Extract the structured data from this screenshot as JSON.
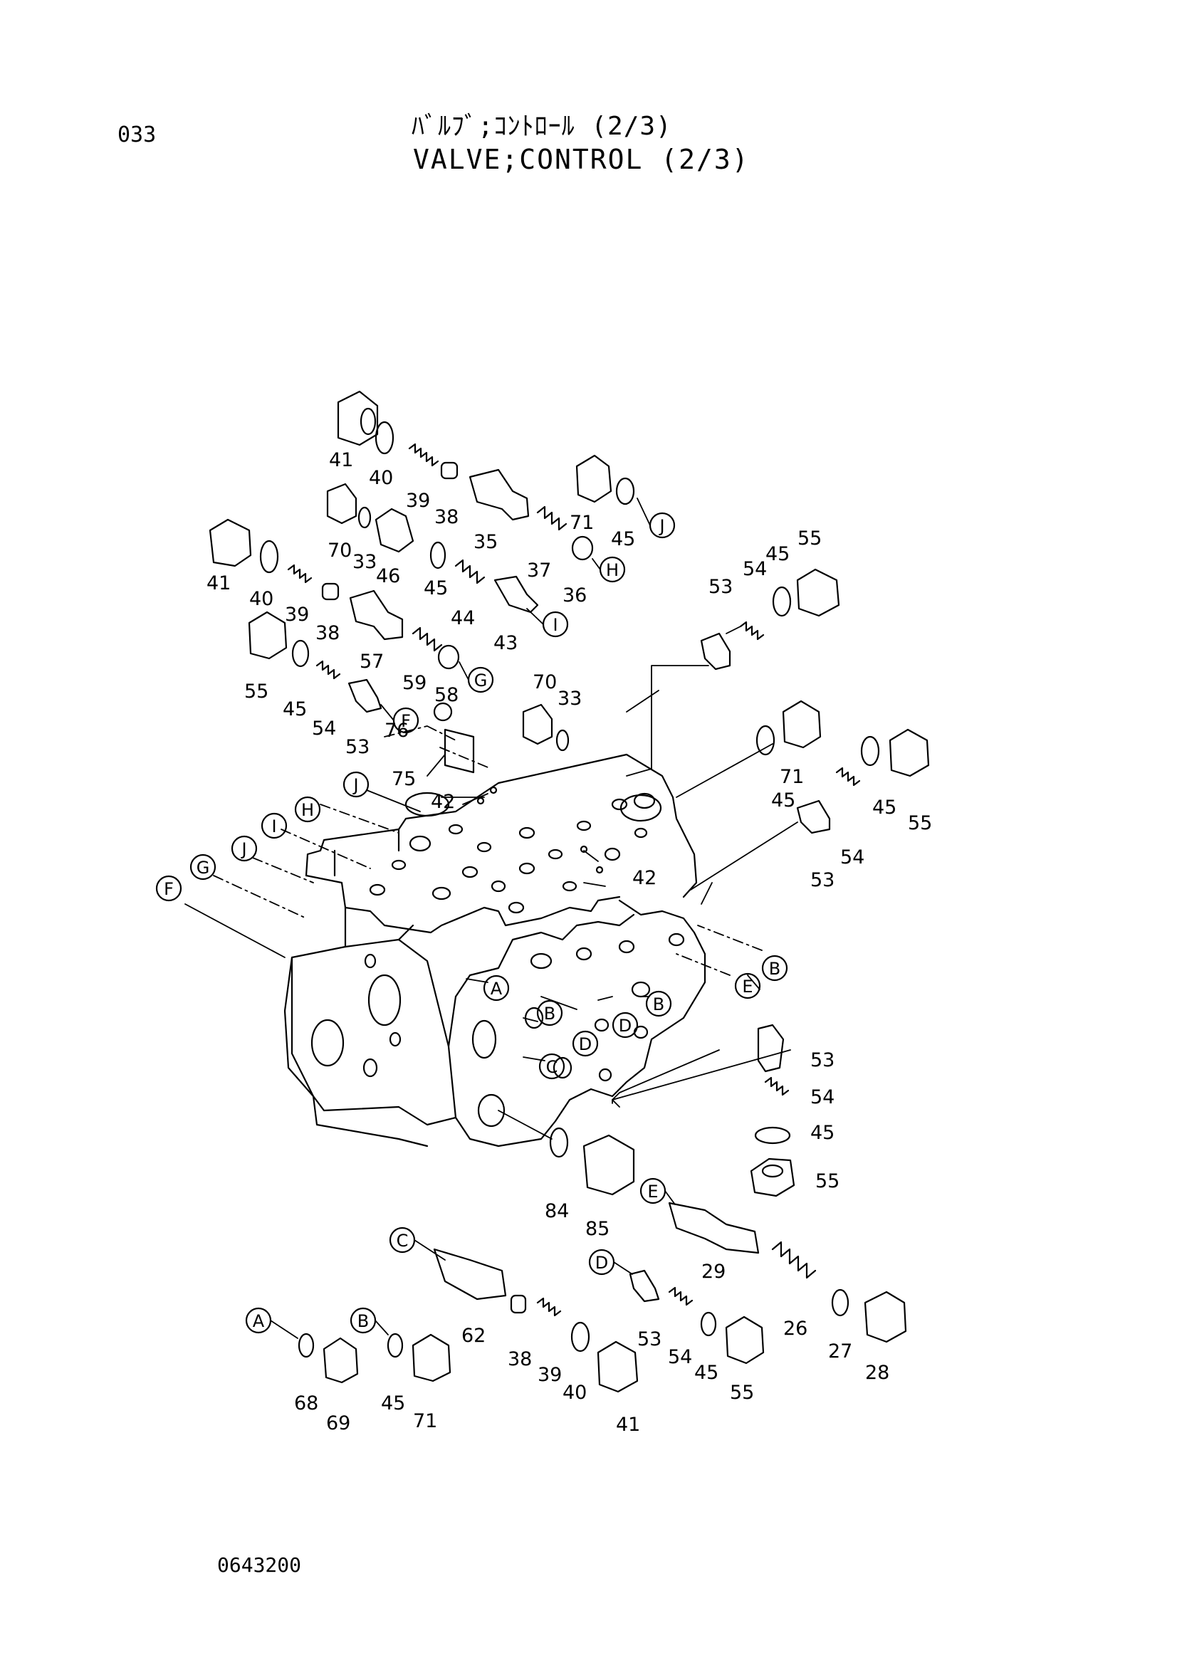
{
  "header": {
    "page_number": "033",
    "title_jp": "ﾊﾞﾙﾌﾞ;ｺﾝﾄﾛｰﾙ (2/3)",
    "title_en": "VALVE;CONTROL (2/3)"
  },
  "footer": {
    "drawing_number": "0643200"
  },
  "part_labels": [
    "41",
    "40",
    "39",
    "38",
    "35",
    "37",
    "36",
    "71",
    "45",
    "70",
    "33",
    "46",
    "41",
    "40",
    "39",
    "38",
    "57",
    "59",
    "58",
    "45",
    "44",
    "43",
    "55",
    "45",
    "54",
    "53",
    "76",
    "75",
    "70",
    "33",
    "53",
    "54",
    "45",
    "55",
    "42",
    "42",
    "71",
    "45",
    "54",
    "53",
    "55",
    "45",
    "53",
    "54",
    "45",
    "55",
    "84",
    "85",
    "29",
    "26",
    "27",
    "28",
    "62",
    "38",
    "39",
    "40",
    "41",
    "53",
    "54",
    "45",
    "55",
    "68",
    "69",
    "45",
    "71"
  ],
  "callouts": [
    "J",
    "H",
    "I",
    "G",
    "F",
    "J",
    "H",
    "I",
    "J",
    "G",
    "F",
    "A",
    "B",
    "B",
    "B",
    "D",
    "D",
    "C",
    "E",
    "B",
    "E",
    "C",
    "D",
    "A",
    "B"
  ]
}
